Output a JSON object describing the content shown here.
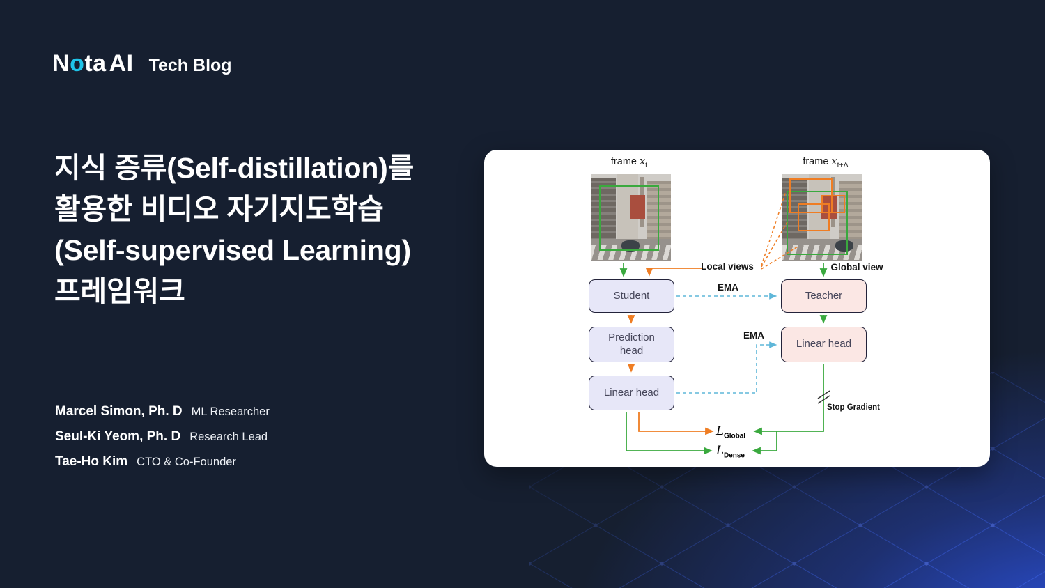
{
  "header": {
    "logo": {
      "n": "N",
      "o": "o",
      "ta": "ta",
      "ai": "AI"
    },
    "tagline": "Tech Blog"
  },
  "title": {
    "lines": [
      "지식 증류(Self-distillation)를",
      "활용한 비디오 자기지도학습",
      "(Self-supervised Learning)",
      "프레임워크"
    ]
  },
  "authors": [
    {
      "name": "Marcel Simon, Ph. D",
      "role": "ML Researcher"
    },
    {
      "name": "Seul-Ki Yeom, Ph. D",
      "role": "Research Lead"
    },
    {
      "name": "Tae-Ho Kim",
      "role": "CTO & Co-Founder"
    }
  ],
  "diagram": {
    "frames": {
      "left": {
        "prefix": "frame ",
        "var": "x",
        "sub": "t"
      },
      "right": {
        "prefix": "frame ",
        "var": "x",
        "sub": "t+Δ"
      }
    },
    "labels": {
      "local_views": "Local views",
      "global_view": "Global view",
      "ema_top": "EMA",
      "ema_mid": "EMA",
      "stop_gradient": "Stop Gradient"
    },
    "boxes": {
      "student": "Student",
      "teacher": "Teacher",
      "prediction_head": "Prediction head",
      "linear_head_student": "Linear head",
      "linear_head_teacher": "Linear head"
    },
    "losses": {
      "global": {
        "letter": "L",
        "sub": "Global"
      },
      "dense": {
        "letter": "L",
        "sub": "Dense"
      }
    },
    "colors": {
      "green": "#3aa93e",
      "orange": "#ef7d23",
      "ema_blue": "#5fb7d9",
      "student_fill": "#e7e7f8",
      "teacher_fill": "#fbe7e4"
    }
  },
  "theme": {
    "background": "#161f30",
    "accent_cyan": "#1fc3e8",
    "glow_blue": "#2d54e6",
    "card_bg": "#ffffff"
  }
}
